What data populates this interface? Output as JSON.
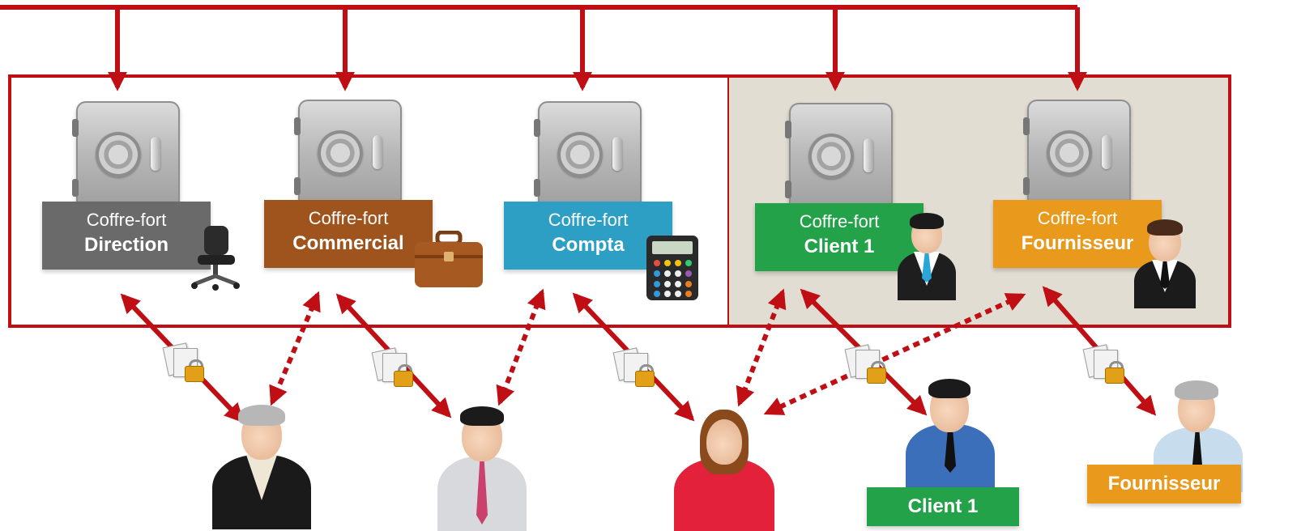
{
  "colors": {
    "connector": "#c00f14",
    "internal_zone": "#ffffff",
    "external_zone": "#e2ddd2"
  },
  "vaults": [
    {
      "id": "direction",
      "line1": "Coffre-fort",
      "line2": "Direction",
      "color": "#6a6a6a",
      "accessory": "office-chair-icon"
    },
    {
      "id": "commercial",
      "line1": "Coffre-fort",
      "line2": "Commercial",
      "color": "#a0541d",
      "accessory": "briefcase-icon"
    },
    {
      "id": "compta",
      "line1": "Coffre-fort",
      "line2": "Compta",
      "color": "#2e9fc4",
      "accessory": "calculator-icon"
    },
    {
      "id": "client1",
      "line1": "Coffre-fort",
      "line2": "Client 1",
      "color": "#24a24a",
      "accessory": "businessman-icon"
    },
    {
      "id": "fournisseur",
      "line1": "Coffre-fort",
      "line2": "Fournisseur",
      "color": "#e99a1c",
      "accessory": "businessman-icon"
    }
  ],
  "users": [
    {
      "id": "director",
      "icon": "senior-man-icon"
    },
    {
      "id": "salesperson",
      "icon": "businessman-icon"
    },
    {
      "id": "accountant",
      "icon": "businesswoman-icon"
    },
    {
      "id": "client",
      "icon": "businessman-icon",
      "label": "Client 1",
      "label_color": "#24a24a"
    },
    {
      "id": "supplier",
      "icon": "senior-man-icon",
      "label": "Fournisseur",
      "label_color": "#e99a1c"
    }
  ],
  "document_icon": "locked-documents-icon"
}
